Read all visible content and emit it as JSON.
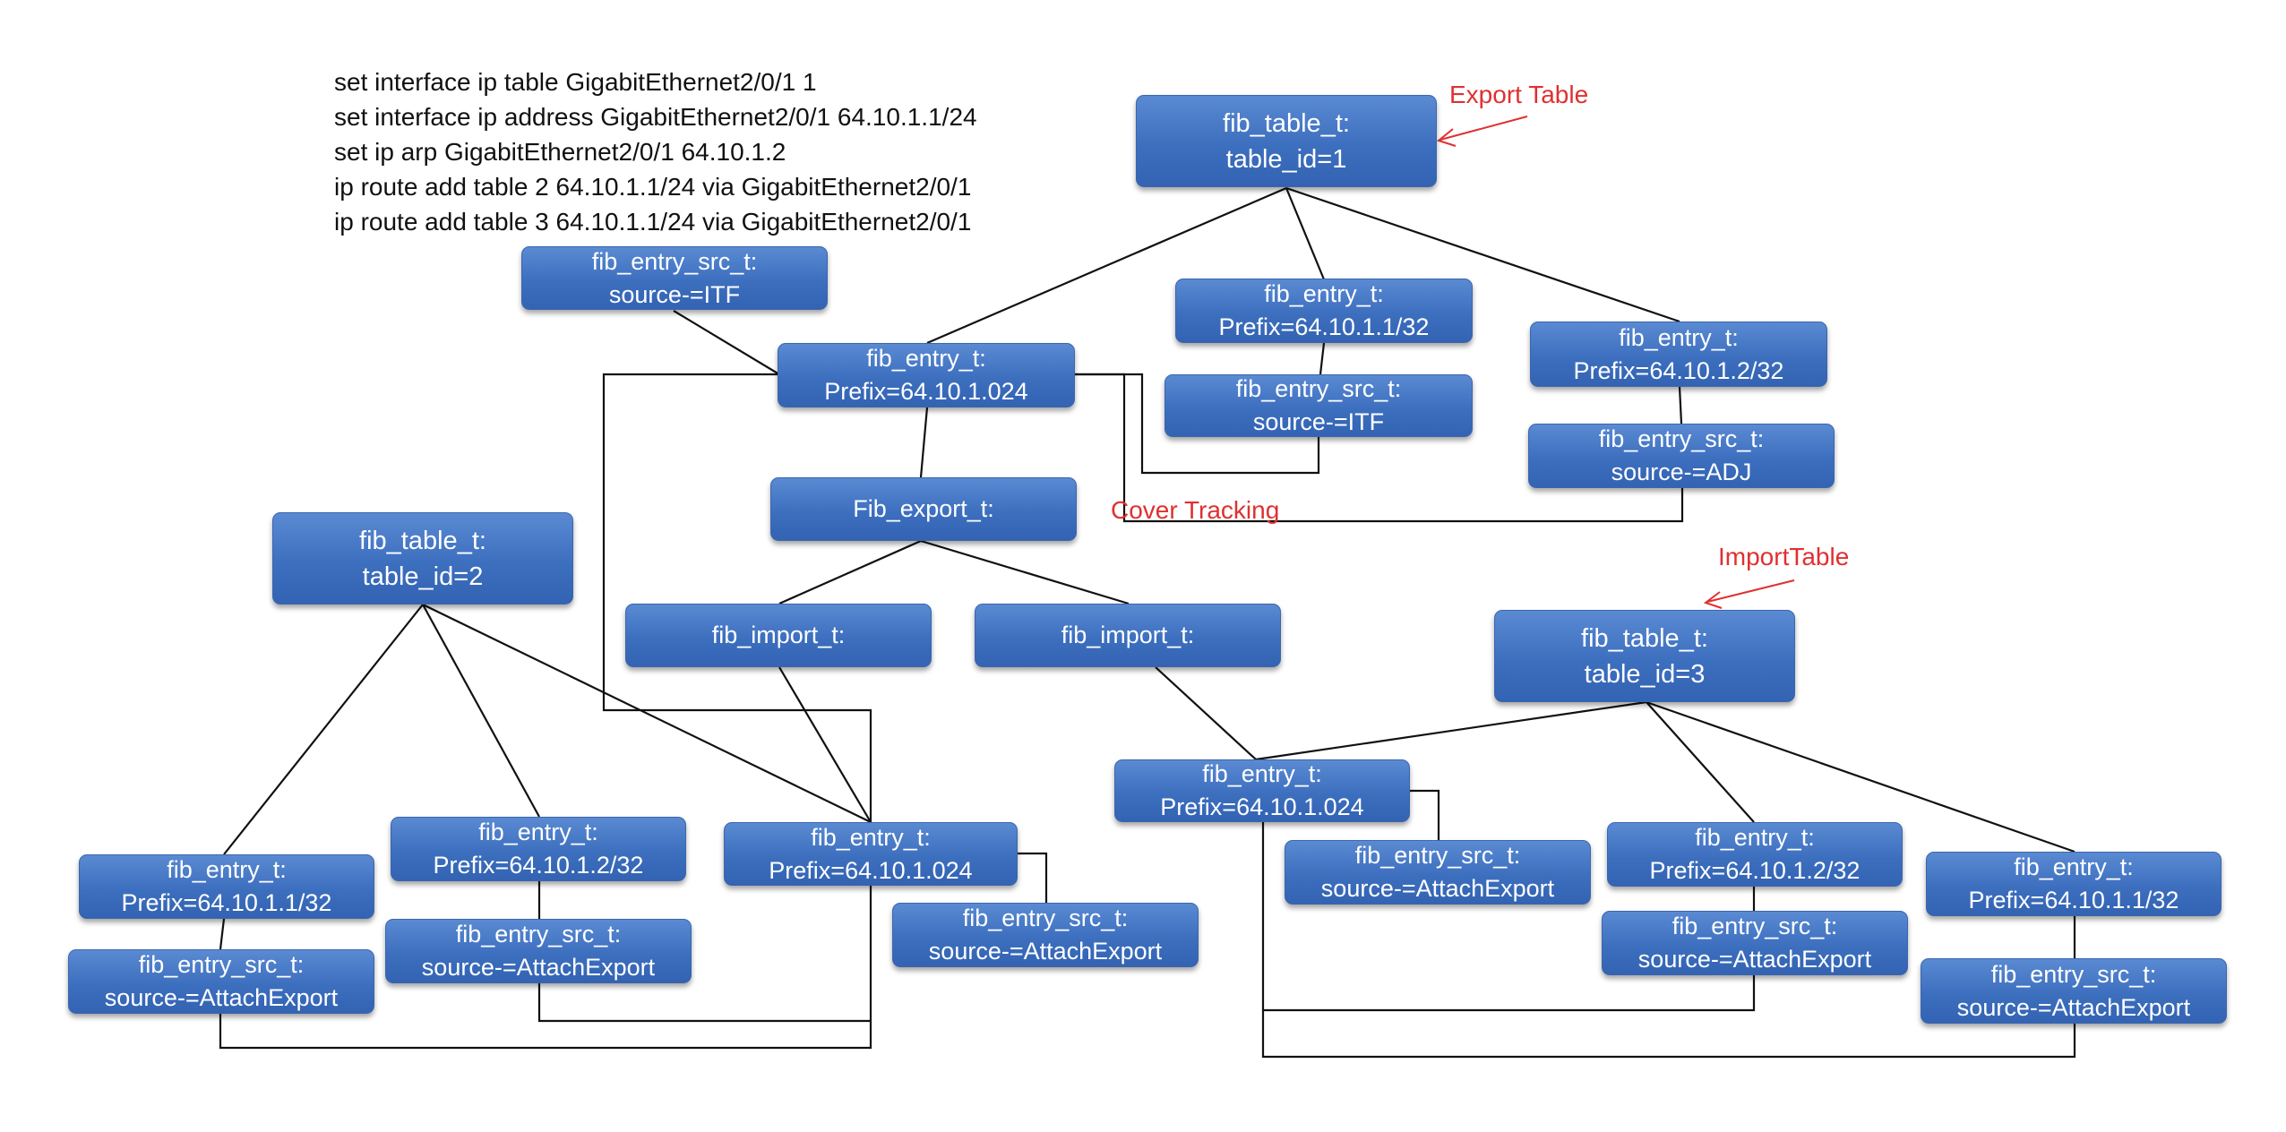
{
  "commands": [
    "set interface ip table GigabitEthernet2/0/1 1",
    "set interface ip address GigabitEthernet2/0/1 64.10.1.1/24",
    "set ip arp GigabitEthernet2/0/1 64.10.1.2",
    "ip route add table 2 64.10.1.1/24 via GigabitEthernet2/0/1",
    "ip route add table 3 64.10.1.1/24 via GigabitEthernet2/0/1"
  ],
  "annotations": {
    "export_table": "Export Table",
    "import_table": "ImportTable",
    "cover_tracking": "Cover Tracking"
  },
  "nodes": {
    "table1": {
      "line1": "fib_table_t:",
      "line2": "table_id=1"
    },
    "table2": {
      "line1": "fib_table_t:",
      "line2": "table_id=2"
    },
    "table3": {
      "line1": "fib_table_t:",
      "line2": "table_id=3"
    },
    "src_itf_a": {
      "line1": "fib_entry_src_t:",
      "line2": "source-=ITF"
    },
    "entry_t1_024": {
      "line1": "fib_entry_t:",
      "line2": "Prefix=64.10.1.024"
    },
    "entry_t1_1_32": {
      "line1": "fib_entry_t:",
      "line2": "Prefix=64.10.1.1/32"
    },
    "src_itf_b": {
      "line1": "fib_entry_src_t:",
      "line2": "source-=ITF"
    },
    "entry_t1_2_32": {
      "line1": "fib_entry_t:",
      "line2": "Prefix=64.10.1.2/32"
    },
    "src_adj": {
      "line1": "fib_entry_src_t:",
      "line2": "source-=ADJ"
    },
    "export": {
      "line1": "Fib_export_t:"
    },
    "import_left": {
      "line1": "fib_import_t:"
    },
    "import_right": {
      "line1": "fib_import_t:"
    },
    "entry_t2_1_32": {
      "line1": "fib_entry_t:",
      "line2": "Prefix=64.10.1.1/32"
    },
    "src_t2_1_32": {
      "line1": "fib_entry_src_t:",
      "line2": "source-=AttachExport"
    },
    "entry_t2_2_32": {
      "line1": "fib_entry_t:",
      "line2": "Prefix=64.10.1.2/32"
    },
    "src_t2_2_32": {
      "line1": "fib_entry_src_t:",
      "line2": "source-=AttachExport"
    },
    "entry_t2_024": {
      "line1": "fib_entry_t:",
      "line2": "Prefix=64.10.1.024"
    },
    "src_t2_024": {
      "line1": "fib_entry_src_t:",
      "line2": "source-=AttachExport"
    },
    "entry_t3_024": {
      "line1": "fib_entry_t:",
      "line2": "Prefix=64.10.1.024"
    },
    "src_t3_024": {
      "line1": "fib_entry_src_t:",
      "line2": "source-=AttachExport"
    },
    "entry_t3_2_32": {
      "line1": "fib_entry_t:",
      "line2": "Prefix=64.10.1.2/32"
    },
    "src_t3_2_32": {
      "line1": "fib_entry_src_t:",
      "line2": "source-=AttachExport"
    },
    "entry_t3_1_32": {
      "line1": "fib_entry_t:",
      "line2": "Prefix=64.10.1.1/32"
    },
    "src_t3_1_32": {
      "line1": "fib_entry_src_t:",
      "line2": "source-=AttachExport"
    }
  },
  "colors": {
    "node_fill": "#4a7bc8",
    "annotation": "#e03030",
    "connector": "#111111"
  }
}
